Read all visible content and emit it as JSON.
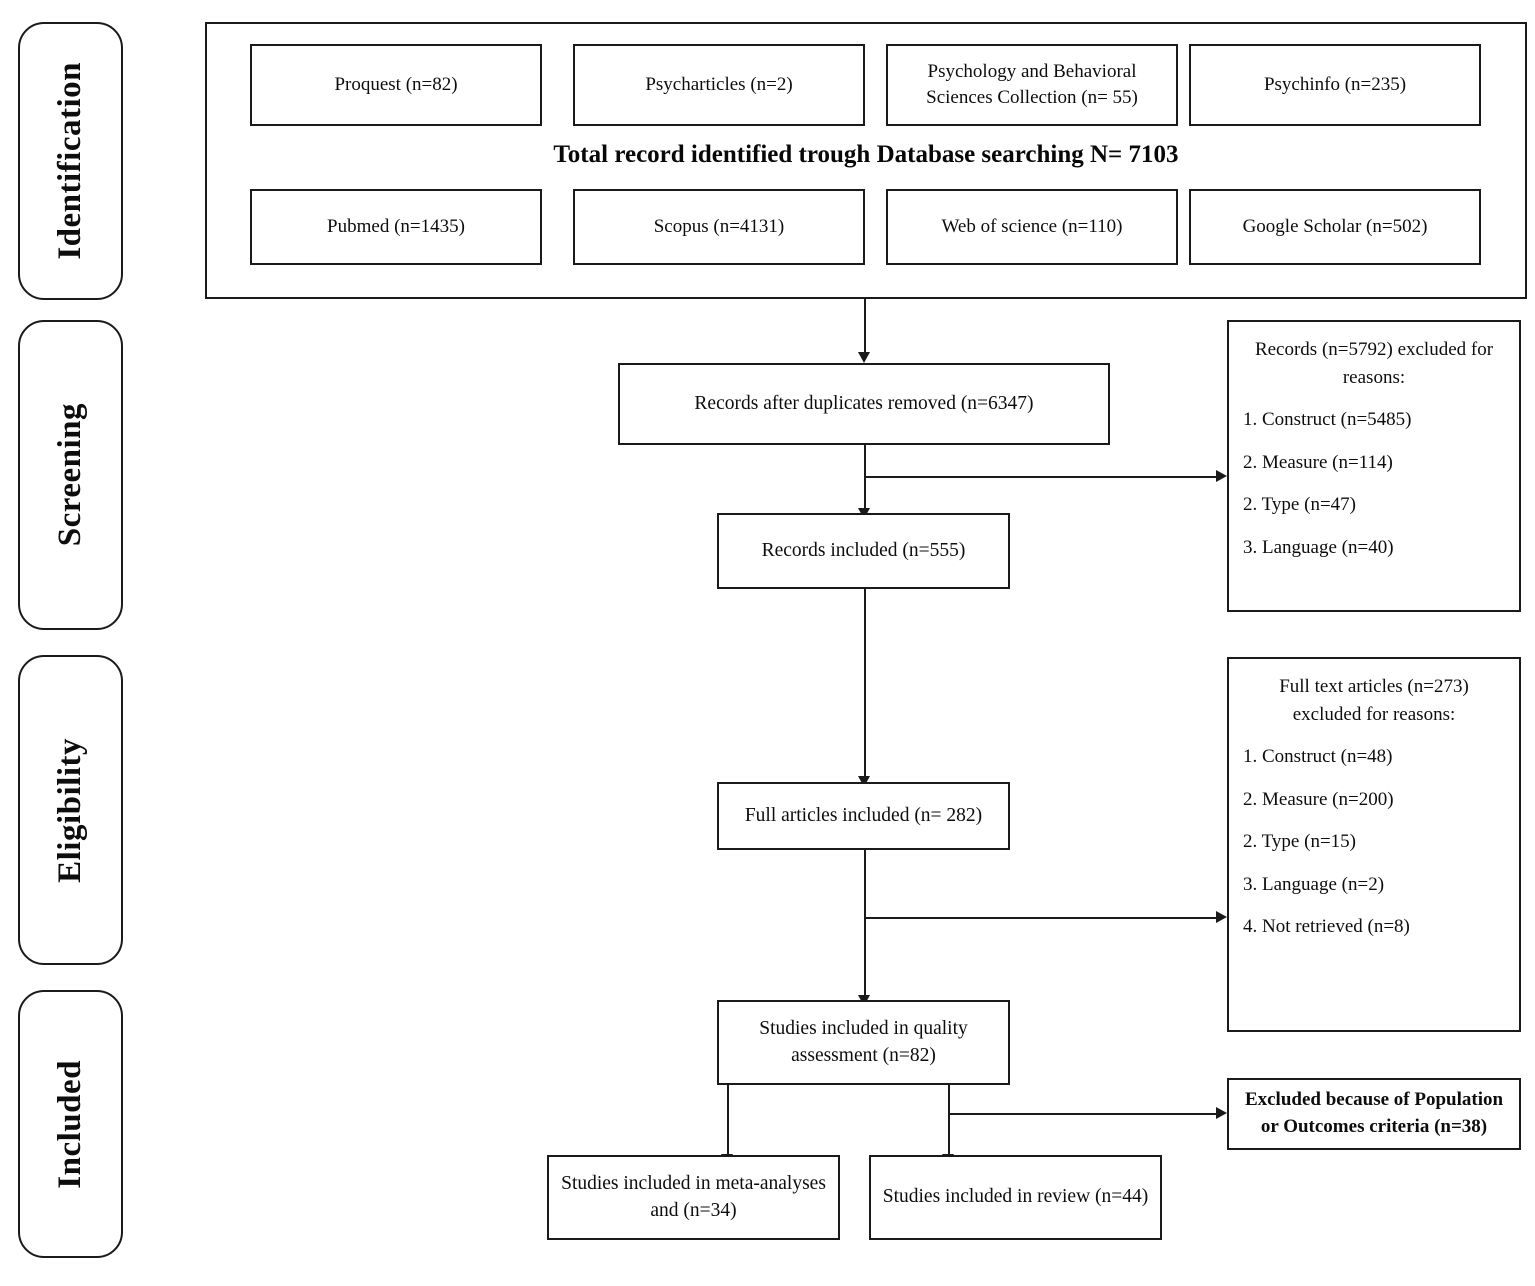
{
  "diagram": {
    "title": "PRISMA flow diagram",
    "stages": [
      {
        "id": "identification",
        "label": "Identification"
      },
      {
        "id": "screening",
        "label": "Screening"
      },
      {
        "id": "eligibility",
        "label": "Eligibility"
      },
      {
        "id": "included",
        "label": "Included"
      }
    ],
    "identification": {
      "total_title": "Total record identified trough Database searching N= 7103",
      "sources_row1": [
        {
          "label": "Proquest (n=82)"
        },
        {
          "label": "Psycharticles (n=2)"
        },
        {
          "label": "Psychology and Behavioral Sciences Collection (n= 55)"
        },
        {
          "label": "Psychinfo (n=235)"
        }
      ],
      "sources_row2": [
        {
          "label": "Pubmed (n=1435)"
        },
        {
          "label": "Scopus (n=4131)"
        },
        {
          "label": "Web of science (n=110)"
        },
        {
          "label": "Google Scholar (n=502)"
        }
      ]
    },
    "screening": {
      "duplicates_box": "Records after duplicates removed (n=6347)",
      "records_included_box": "Records included (n=555)",
      "excluded": {
        "head": "Records (n=5792) excluded for reasons:",
        "reasons": [
          "1. Construct (n=5485)",
          "2. Measure (n=114)",
          "2. Type (n=47)",
          "3. Language (n=40)"
        ]
      }
    },
    "eligibility": {
      "full_articles_box": "Full articles included (n= 282)",
      "excluded": {
        "head": "Full text articles (n=273) excluded for reasons:",
        "reasons": [
          "1. Construct (n=48)",
          "2. Measure (n=200)",
          "2. Type (n=15)",
          "3. Language (n=2)",
          "4. Not retrieved (n=8)"
        ]
      }
    },
    "included": {
      "quality_box": "Studies included in quality assessment (n=82)",
      "meta_box": "Studies included in meta-analyses and (n=34)",
      "review_box": "Studies included in review (n=44)",
      "population_excluded_box": "Excluded because of Population or Outcomes criteria (n=38)"
    },
    "colors": {
      "stroke": "#1a1a1a",
      "background": "#ffffff",
      "text": "#0d0d0d"
    }
  }
}
